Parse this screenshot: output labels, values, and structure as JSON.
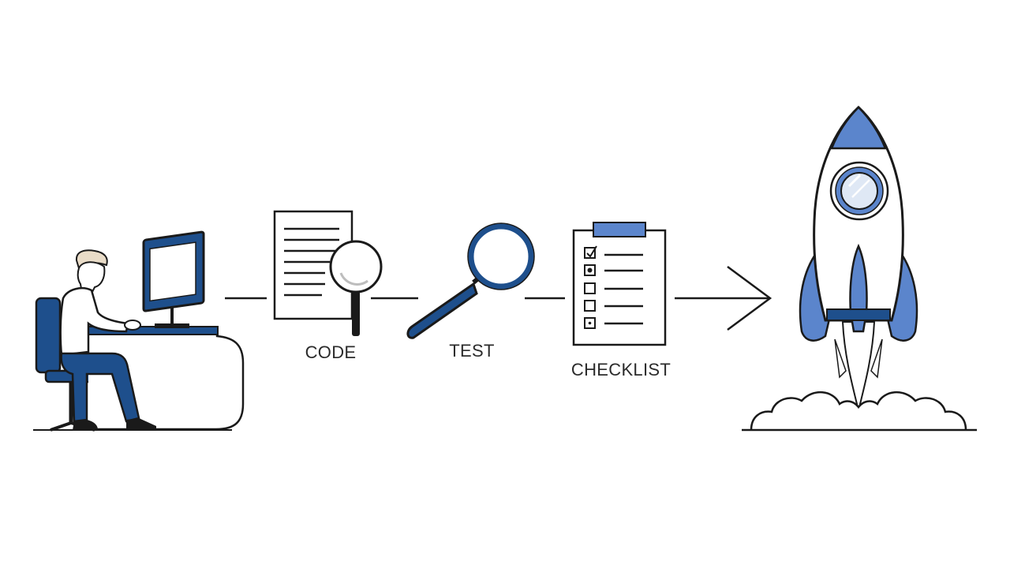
{
  "steps": [
    {
      "id": "code",
      "label": "CODE",
      "icon": "code-document-magnifier-icon"
    },
    {
      "id": "test",
      "label": "TEST",
      "icon": "magnifying-glass-icon"
    },
    {
      "id": "checklist",
      "label": "CHECKLIST",
      "icon": "clipboard-checklist-icon"
    }
  ],
  "start_figure": "developer-at-computer",
  "end_figure": "rocket-launch-icon",
  "colors": {
    "accent": "#1e4f8c",
    "accent_light": "#5b85cc",
    "stroke": "#1a1a1a",
    "text": "#2b2b2b",
    "background": "#ffffff"
  }
}
